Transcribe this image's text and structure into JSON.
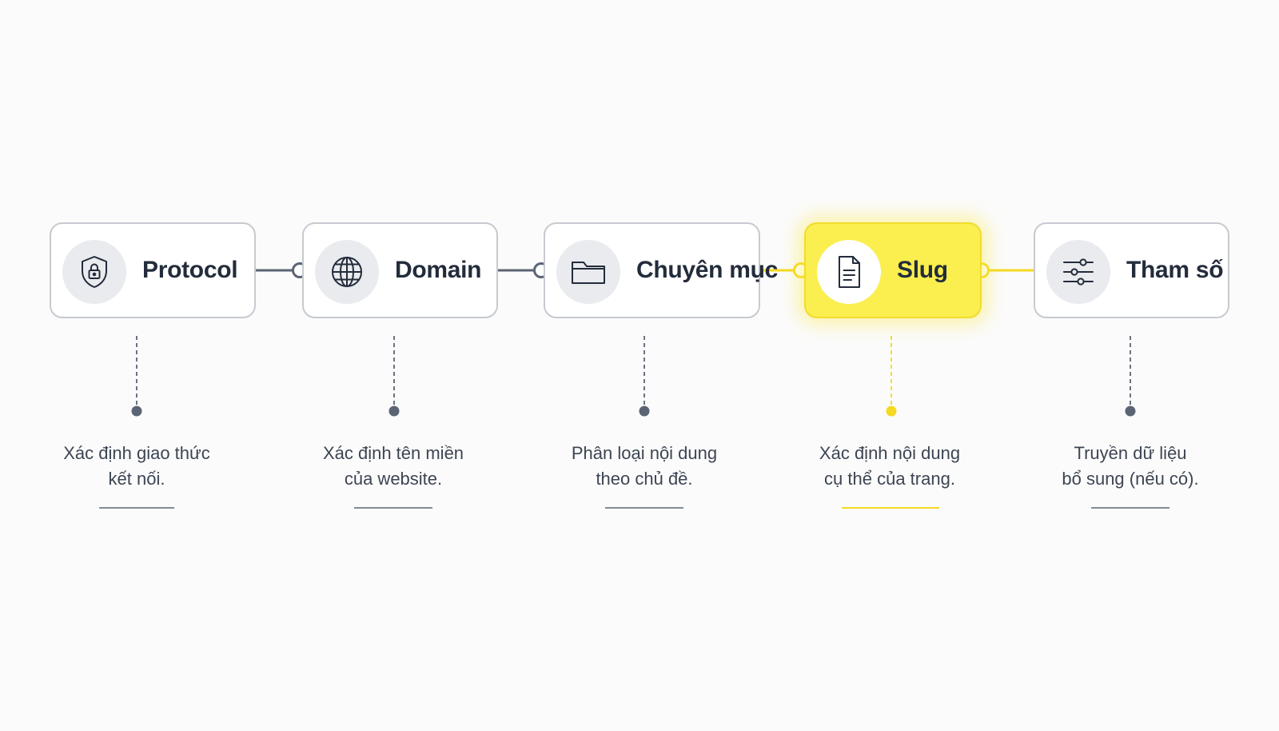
{
  "colors": {
    "neutral": "#5b6474",
    "accent": "#f5d820",
    "box_border": "#c6cad0",
    "active_fill": "#fbee4f"
  },
  "steps": [
    {
      "label": "Protocol",
      "icon": "shield-lock-icon",
      "desc_line1": "Xác định giao thức",
      "desc_line2": "kết nối.",
      "active": false
    },
    {
      "label": "Domain",
      "icon": "globe-icon",
      "desc_line1": "Xác định tên miền",
      "desc_line2": "của website.",
      "active": false
    },
    {
      "label": "Chuyên mục",
      "icon": "folder-icon",
      "desc_line1": "Phân loại nội dung",
      "desc_line2": "theo chủ đề.",
      "active": false
    },
    {
      "label": "Slug",
      "icon": "document-icon",
      "desc_line1": "Xác định nội dung",
      "desc_line2": "cụ thể của trang.",
      "active": true
    },
    {
      "label": "Tham số",
      "icon": "sliders-icon",
      "desc_line1": "Truyền dữ liệu",
      "desc_line2": "bổ sung (nếu có).",
      "active": false
    }
  ]
}
